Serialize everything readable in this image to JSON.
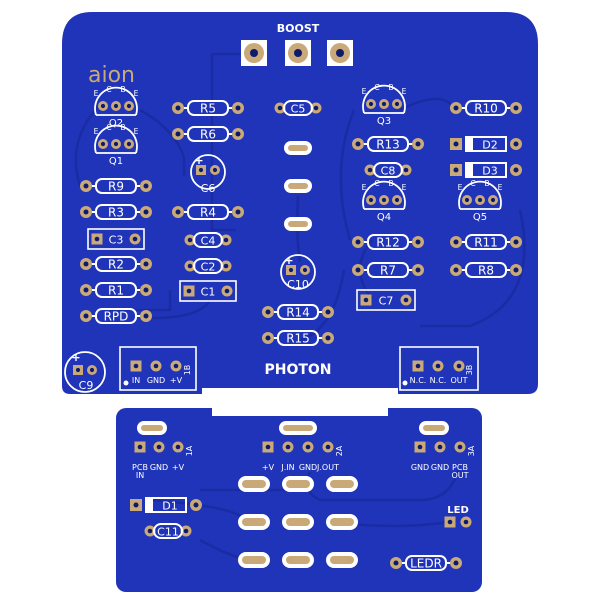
{
  "brand": "aion",
  "top_board": {
    "title": "PHOTON",
    "boost_label": "BOOST",
    "resistors": [
      {
        "id": "r5",
        "label": "R5"
      },
      {
        "id": "r6",
        "label": "R6"
      },
      {
        "id": "r9",
        "label": "R9"
      },
      {
        "id": "r3",
        "label": "R3"
      },
      {
        "id": "r4",
        "label": "R4"
      },
      {
        "id": "r2",
        "label": "R2"
      },
      {
        "id": "r1",
        "label": "R1"
      },
      {
        "id": "rpd",
        "label": "RPD"
      },
      {
        "id": "r14",
        "label": "R14"
      },
      {
        "id": "r15",
        "label": "R15"
      },
      {
        "id": "r10",
        "label": "R10"
      },
      {
        "id": "r13",
        "label": "R13"
      },
      {
        "id": "r12",
        "label": "R12"
      },
      {
        "id": "r7",
        "label": "R7"
      },
      {
        "id": "r11",
        "label": "R11"
      },
      {
        "id": "r8",
        "label": "R8"
      }
    ],
    "film_caps": [
      {
        "id": "c5",
        "label": "C5"
      },
      {
        "id": "c8",
        "label": "C8"
      },
      {
        "id": "c4",
        "label": "C4"
      },
      {
        "id": "c2",
        "label": "C2"
      },
      {
        "id": "c3",
        "label": "C3"
      },
      {
        "id": "c1",
        "label": "C1"
      },
      {
        "id": "c7",
        "label": "C7"
      }
    ],
    "electrolytics": [
      {
        "id": "c6",
        "label": "C6"
      },
      {
        "id": "c10",
        "label": "C10"
      },
      {
        "id": "c9",
        "label": "C9"
      }
    ],
    "transistors": [
      {
        "id": "q1",
        "label": "Q1"
      },
      {
        "id": "q2",
        "label": "Q2"
      },
      {
        "id": "q3",
        "label": "Q3"
      },
      {
        "id": "q4",
        "label": "Q4"
      },
      {
        "id": "q5",
        "label": "Q5"
      }
    ],
    "pin_letters": {
      "e": "E",
      "c": "C",
      "b": "B"
    },
    "diodes": [
      {
        "id": "d2",
        "label": "D2"
      },
      {
        "id": "d3",
        "label": "D3"
      }
    ],
    "plus": "+",
    "header_1b": {
      "tag": "1B",
      "pins": [
        "IN",
        "GND",
        "+V"
      ]
    },
    "header_3b": {
      "tag": "3B",
      "pins": [
        "N.C.",
        "N.C.",
        "OUT"
      ]
    }
  },
  "bottom_board": {
    "header_1a": {
      "tag": "1A",
      "pins": [
        "PCB IN",
        "GND",
        "+V"
      ]
    },
    "header_2a": {
      "tag": "2A",
      "pins": [
        "+V",
        "J.IN",
        "GND",
        "J.OUT"
      ]
    },
    "header_3a": {
      "tag": "3A",
      "pins": [
        "GND",
        "GND",
        "PCB OUT"
      ]
    },
    "d1": "D1",
    "c11": "C11",
    "led": "LED",
    "ledr": "LEDR"
  },
  "colors": {
    "board": "#1f34b8",
    "copper": "#c9a978",
    "silk": "#ffffff",
    "trace": "#1a2ca4"
  }
}
